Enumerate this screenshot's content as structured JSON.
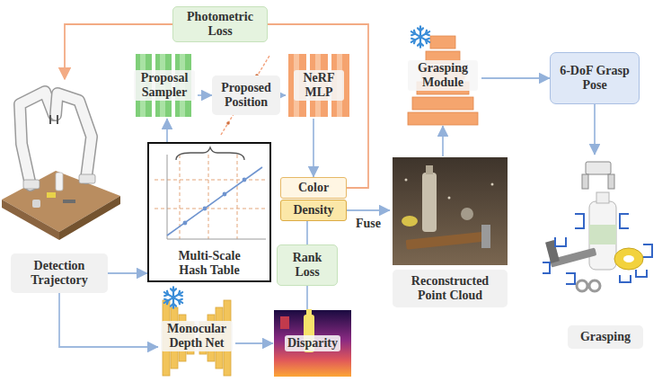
{
  "diagram": {
    "nodes": [
      {
        "text": [
          "Photometric Loss"
        ]
      },
      {
        "text": [
          "Proposal Sampler"
        ]
      },
      {
        "text": [
          "Proposed Position"
        ]
      },
      {
        "text": [
          "NeRF MLP"
        ]
      },
      {
        "text": [
          "Grasping Module"
        ]
      },
      {
        "text": [
          "6-DoF Grasp Pose"
        ]
      },
      {
        "text": [
          "Color"
        ]
      },
      {
        "text": [
          "Density"
        ]
      },
      {
        "text": [
          "Multi-Scale Hash Table"
        ]
      },
      {
        "text": [
          "Detection Trajectory"
        ]
      },
      {
        "text": [
          "Rank Loss"
        ]
      },
      {
        "text": [
          "Reconstructed Point Cloud"
        ]
      },
      {
        "text": [
          "Monocular Depth Net"
        ]
      },
      {
        "text": [
          "Disparity"
        ]
      },
      {
        "text": [
          "Grasping"
        ]
      }
    ],
    "edges": [
      {
        "from": 6,
        "to": 0,
        "arrow": "none"
      },
      {
        "from": 1,
        "to": 2,
        "arrow": "to"
      },
      {
        "from": 2,
        "to": 3,
        "arrow": "to"
      },
      {
        "from": 3,
        "to": 6,
        "arrow": "to"
      },
      {
        "from": 8,
        "to": 1,
        "arrow": "to"
      },
      {
        "from": 9,
        "to": 8,
        "arrow": "to"
      },
      {
        "from": 9,
        "to": 12,
        "arrow": "to"
      },
      {
        "from": 12,
        "to": 13,
        "arrow": "to"
      },
      {
        "from": 7,
        "to": 10,
        "arrow": "none"
      },
      {
        "from": 10,
        "to": 13,
        "arrow": "none"
      },
      {
        "from": 7,
        "to": 11,
        "label": "Fuse",
        "arrow": "to"
      },
      {
        "from": 11,
        "to": 4,
        "arrow": "to"
      },
      {
        "from": 4,
        "to": 5,
        "arrow": "to"
      },
      {
        "from": 5,
        "to": 14,
        "arrow": "to"
      }
    ]
  }
}
